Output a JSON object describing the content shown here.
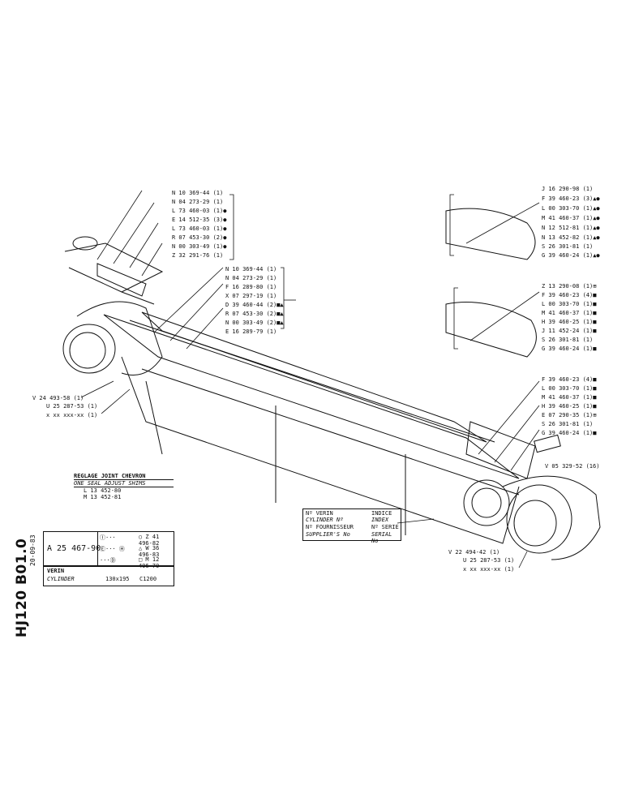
{
  "drawing": {
    "id": "HJ120 B01.0",
    "date": "20-09-83"
  },
  "chevron": {
    "title": "REGLAGE JOINT CHEVRON",
    "subtitle": "ONE SEAL ADJUST SHIMS",
    "rows": [
      "L 13 452-80",
      "M 13 452-81"
    ]
  },
  "main": {
    "part": "A 25 467-90",
    "variants": [
      {
        "code": "Ⓘ···",
        "ref": "○ Z 41 496-82"
      },
      {
        "code": "Ⓔ··· Ⓗ",
        "ref": "△ W 36 496-83"
      },
      {
        "code": "···Ⓓ",
        "ref": "□ M 12 496-70"
      }
    ],
    "name_fr": "VERIN",
    "name_en": "CYLINDER",
    "size": "130x195",
    "stroke": "C1200"
  },
  "plate": {
    "l1a": "Nº VERIN",
    "l1b": "INDICE",
    "l2a": "CYLINDER Nº",
    "l2b": "INDEX",
    "l3a": "Nº FOURNISSEUR",
    "l3b": "Nº SERIE",
    "l4a": "SUPPLIER'S No",
    "l4b": "SERIAL No"
  },
  "callouts": {
    "top_left": [
      "N 10 369-44 (1)",
      "N 04 273-29 (1)",
      "L 73 460-03 (1)●",
      "E 14 512-35 (3)●",
      "L 73 460-03 (1)●",
      "R 07 453-30 (2)●",
      "N 00 303-49 (1)●",
      "Z 32 291-76 (1)"
    ],
    "mid_left": [
      "N 10 369-44 (1)",
      "N 04 273-29 (1)",
      "F 16 289-80 (1)",
      "X 07 297-19 (1)",
      "D 39 460-44 (2)■▲",
      "R 07 453-30 (2)■▲",
      "N 00 303-49 (2)■▲",
      "E 16 289-79 (1)"
    ],
    "right_1": [
      "J 16 290-98 (1)",
      "F 39 460-23 (3)▲●",
      "L 00 303-70 (1)▲●",
      "M 41 460-37 (1)▲●",
      "N 12 512-81 (1)▲●",
      "N 13 452-82 (1)▲●",
      "S 26 301-81 (1)",
      "G 39 460-24 (1)▲●"
    ],
    "right_2": [
      "Z 13 290-08 (1)⊞",
      "F 39 460-23 (4)■",
      "L 00 303-70 (1)■",
      "M 41 460-37 (1)■",
      "H 39 460-25 (1)■",
      "J 11 452-24 (1)■",
      "S 26 301-81 (1)",
      "G 39 460-24 (1)■"
    ],
    "right_3": [
      "F 39 460-23 (4)■",
      "L 00 303-70 (1)■",
      "M 41 460-37 (1)■",
      "H 39 460-25 (1)■",
      "E 07 290-35 (1)⊞",
      "S 26 301-81 (1)",
      "G 39 460-24 (1)■"
    ],
    "bolt": "V 05 329-52 (16)",
    "left_end": [
      "V 24 493-58 (1)",
      "U 25 287-53 (1)",
      "x xx xxx-xx (1)"
    ],
    "right_end": [
      "V 22 494-42 (1)",
      "U 25 287-53 (1)",
      "x xx xxx-xx (1)"
    ]
  }
}
